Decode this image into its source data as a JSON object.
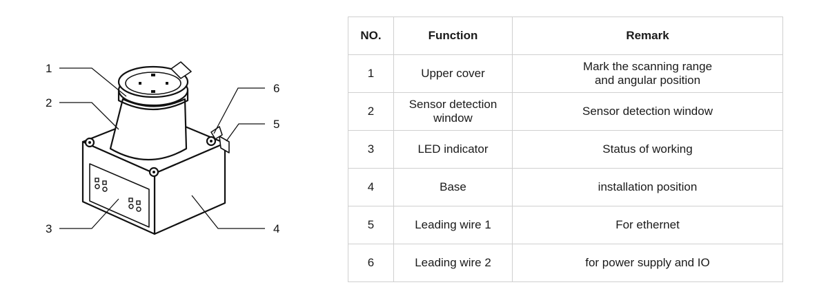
{
  "callouts": [
    "1",
    "2",
    "3",
    "4",
    "5",
    "6"
  ],
  "table": {
    "headers": [
      "NO.",
      "Function",
      "Remark"
    ],
    "rows": [
      {
        "no": "1",
        "function": "Upper cover",
        "remark": "Mark the scanning range and angular position"
      },
      {
        "no": "2",
        "function": "Sensor detection window",
        "remark": "Sensor detection window"
      },
      {
        "no": "3",
        "function": "LED indicator",
        "remark": "Status of working"
      },
      {
        "no": "4",
        "function": "Base",
        "remark": "installation position"
      },
      {
        "no": "5",
        "function": "Leading wire 1",
        "remark": "For ethernet"
      },
      {
        "no": "6",
        "function": "Leading wire 2",
        "remark": "for power supply and IO"
      }
    ]
  }
}
